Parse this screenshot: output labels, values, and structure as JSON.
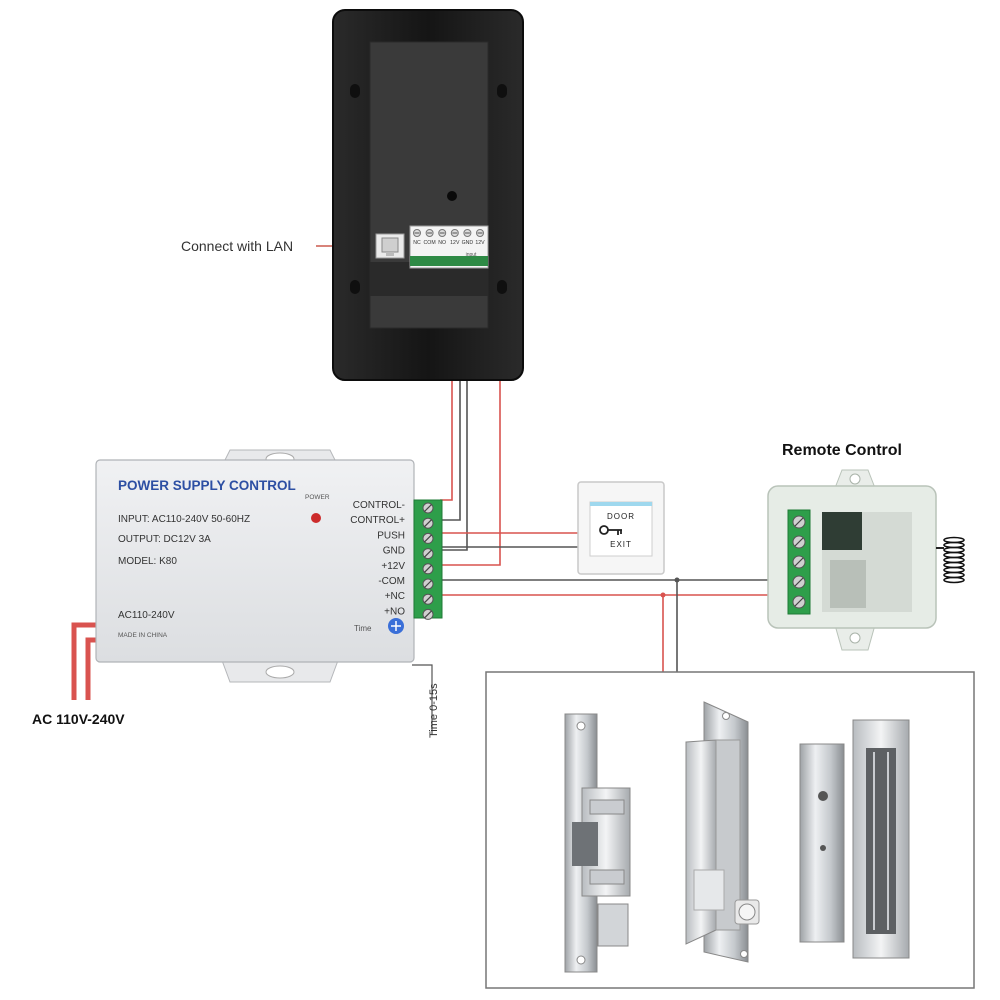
{
  "labels": {
    "lan": "Connect with LAN",
    "remote_control": "Remote Control",
    "ac_input": "AC 110V-240V",
    "time": "Time 0-15s"
  },
  "reader": {
    "terminals": [
      "NC",
      "COM",
      "NO",
      "12V",
      "GND",
      "12V"
    ],
    "terminal_sub": "input"
  },
  "power_supply": {
    "title": "POWER SUPPLY CONTROL",
    "input": "INPUT: AC110-240V  50-60HZ",
    "output": "OUTPUT: DC12V  3A",
    "model": "MODEL: K80",
    "ac": "AC110-240V",
    "made_in": "MADE IN CHINA",
    "power_led": "POWER",
    "time_knob": "Time",
    "terminals": [
      "CONTROL-",
      "CONTROL+",
      "PUSH",
      "GND",
      "+12V",
      "-COM",
      "+NC",
      "+NO"
    ]
  },
  "exit_button": {
    "top": "DOOR",
    "bottom": "EXIT"
  },
  "colors": {
    "wire_red": "#d9534f",
    "wire_gray": "#555555",
    "panel_gray": "#e4e6e8",
    "terminal_green": "#2e9e4a",
    "device_black": "#1a1a1a",
    "title_blue": "#2d4fa3"
  }
}
